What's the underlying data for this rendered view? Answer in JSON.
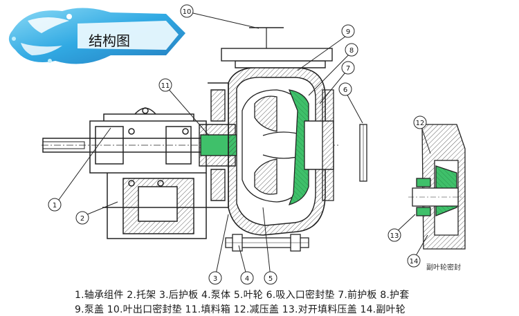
{
  "title": "结构图",
  "seal_caption": "副叶轮密封",
  "callouts": [
    "10",
    "9",
    "8",
    "7",
    "6",
    "11",
    "1",
    "2",
    "3",
    "4",
    "5",
    "12",
    "13",
    "14"
  ],
  "legend_line1": "1.轴承组件  2.托架  3.后护板  4.泵体  5.叶轮  6.吸入口密封垫  7.前护板  8.护套",
  "legend_line2": "9.泵盖  10.叶出口密封垫  11.填料箱  12.减压盖  13.对开填料压盖  14.副叶轮",
  "colors": {
    "line": "#222222",
    "green": "#3fc06a",
    "badge_blue": "#1aa0e0",
    "badge_light": "#a9e4f7"
  }
}
